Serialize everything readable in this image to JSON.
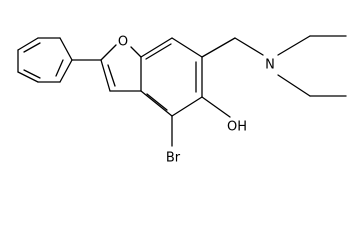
{
  "atoms": {
    "oxygen_ring": "O",
    "nitrogen": "N",
    "hydroxyl": "OH",
    "bromine": "Br"
  },
  "colors": {
    "ink": "#000000",
    "background": "#ffffff"
  }
}
